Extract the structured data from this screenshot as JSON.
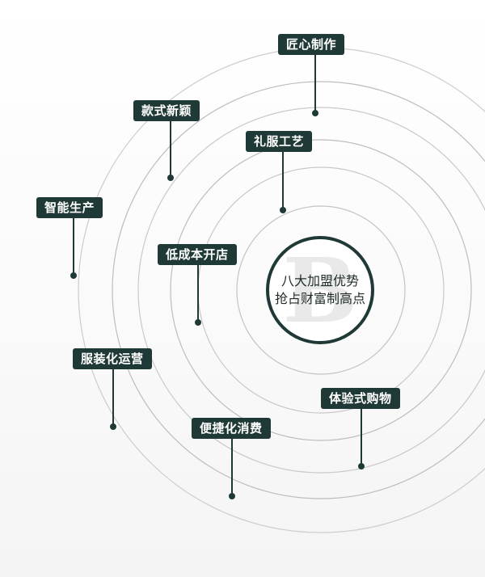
{
  "center": {
    "line1": "八大加盟优势",
    "line2": "抢占财富制高点",
    "watermark": "B"
  },
  "labels": [
    {
      "id": "craftsmanship",
      "text": "匠心制作"
    },
    {
      "id": "novel-style",
      "text": "款式新颖"
    },
    {
      "id": "formalwear-craft",
      "text": "礼服工艺"
    },
    {
      "id": "smart-production",
      "text": "智能生产"
    },
    {
      "id": "low-cost-store",
      "text": "低成本开店"
    },
    {
      "id": "apparel-operation",
      "text": "服装化运营"
    },
    {
      "id": "experiential-shopping",
      "text": "体验式购物"
    },
    {
      "id": "convenient-consumption",
      "text": "便捷化消费"
    }
  ],
  "colors": {
    "label_bg": "#1f3a36",
    "label_text": "#ffffff",
    "ring": "#bdbdbd",
    "connector": "#1f3a36"
  }
}
